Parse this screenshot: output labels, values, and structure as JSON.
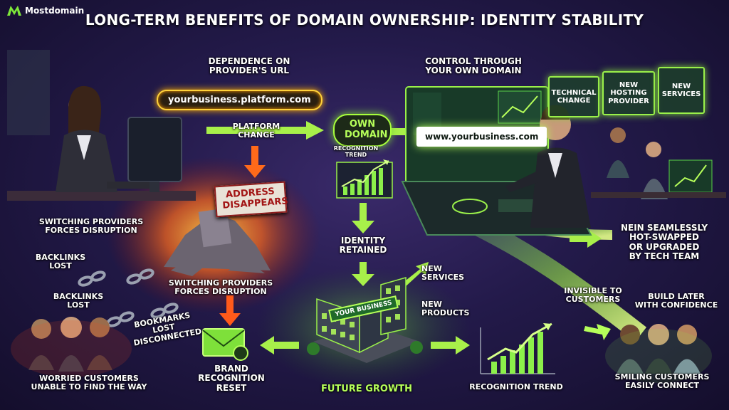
{
  "brand": {
    "logo_text": "Mostdomain",
    "accent": "#7ee83a"
  },
  "title": "LONG-TERM BENEFITS OF DOMAIN OWNERSHIP: IDENTITY STABILITY",
  "left": {
    "dependence_label": "DEPENDENCE ON\nPROVIDER'S URL",
    "provider_url": "yourbusiness.platform.com",
    "platform_change": "PLATFORM\nCHANGE",
    "address_sign": "ADDRESS\nDISAPPEARS",
    "switching_1": "SWITCHING PROVIDERS\nFORCES DISRUPTION",
    "switching_2": "SWITCHING PROVIDERS\nFORCES DISRUPTION",
    "backlinks_1": "BACKLINKS\nLOST",
    "backlinks_2": "BACKLINKS\nLOST",
    "bookmarks": "BOOKMARKS\nLOST\nDISCONNECTED",
    "worried": "WORRIED CUSTOMERS\nUNABLE TO FIND THE WAY",
    "brand_reset": "BRAND\nRECOGNITION\nRESET"
  },
  "center": {
    "own_domain": "OWN\nDOMAIN",
    "recognition_trend_small": "RECOGNITION\nTREND",
    "identity_retained": "IDENTITY\nRETAINED",
    "building_sign": "YOUR BUSINESS",
    "new_services": "NEW\nSERVICES",
    "new_products": "NEW\nPRODUCTS",
    "future_growth": "FUTURE GROWTH",
    "recognition_trend": "RECOGNITION TREND"
  },
  "right": {
    "control_label": "CONTROL THROUGH\nYOUR OWN DOMAIN",
    "own_url": "www.yourbusiness.com",
    "panels": [
      "TECHNICAL\nCHANGE",
      "NEW HOSTING\nPROVIDER",
      "NEW\nSERVICES"
    ],
    "seamless": "NEIN SEAMLESSLY\nHOT-SWAPPED\nOR UPGRADED\nBY TECH TEAM",
    "invisible": "INVISIBLE TO\nCUSTOMERS",
    "build_later": "BUILD LATER\nWITH CONFIDENCE",
    "smiling": "SMILING CUSTOMERS\nEASILY CONNECT"
  }
}
